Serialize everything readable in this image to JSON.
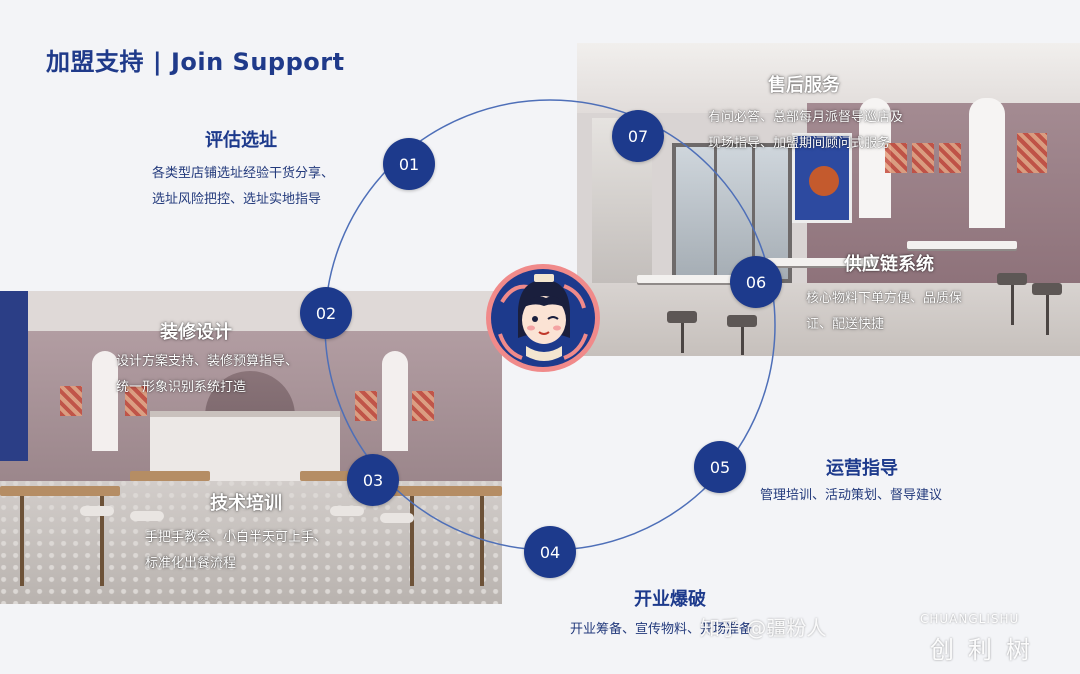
{
  "page": {
    "title": "加盟支持 | Join Support"
  },
  "steps": [
    {
      "number": "01",
      "title": "评估选址",
      "desc_lines": [
        "各类型店铺选址经验干货分享、",
        "选址风险把控、选址实地指导"
      ]
    },
    {
      "number": "02",
      "title": "装修设计",
      "desc_lines": [
        "设计方案支持、装修预算指导、",
        "统一形象识别系统打造"
      ]
    },
    {
      "number": "03",
      "title": "技术培训",
      "desc_lines": [
        "手把手教会、小白半天可上手、",
        "标准化出餐流程"
      ]
    },
    {
      "number": "04",
      "title": "开业爆破",
      "desc_lines": [
        "开业筹备、宣传物料、开场准备"
      ]
    },
    {
      "number": "05",
      "title": "运营指导",
      "desc_lines": [
        "管理培训、活动策划、督导建议"
      ]
    },
    {
      "number": "06",
      "title": "供应链系统",
      "desc_lines": [
        "核心物料下单方便、品质保",
        "证、配送快捷"
      ]
    },
    {
      "number": "07",
      "title": "售后服务",
      "desc_lines": [
        "有问必答、总部每月派督导巡店及",
        "现场指导、加盟期间顾问式服务"
      ]
    }
  ],
  "watermark": {
    "text": "知乎 @疆粉人",
    "logo_en": "CHUANGLISHU",
    "logo_cn": "创利树"
  },
  "colors": {
    "brand_blue": "#1d3a8c",
    "background": "#f3f4f7",
    "mascot_ring": "#f08a8a"
  },
  "icons": {
    "mascot": "mascot-girl-icon"
  }
}
